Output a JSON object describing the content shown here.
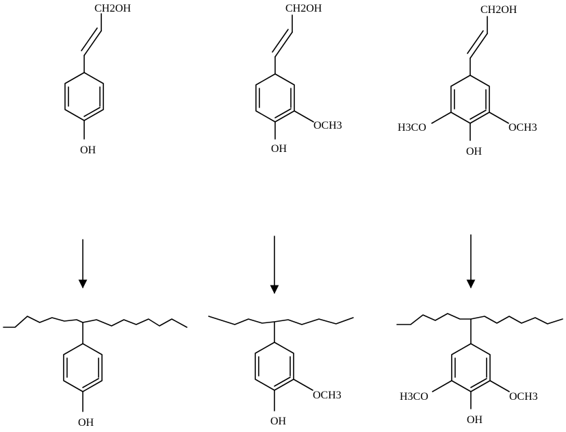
{
  "molecules": {
    "coumaryl": {
      "side_chain_label": "CH2OH",
      "para_label": "OH"
    },
    "coniferyl": {
      "side_chain_label": "CH2OH",
      "para_label": "OH",
      "meta_label": "OCH3"
    },
    "sinapyl": {
      "side_chain_label": "CH2OH",
      "para_label": "OH",
      "meta_right_label": "OCH3",
      "meta_left_label": "H3CO"
    }
  },
  "products": {
    "h_unit": {
      "para_label": "OH"
    },
    "g_unit": {
      "para_label": "OH",
      "meta_label": "OCH3"
    },
    "s_unit": {
      "para_label": "OH",
      "meta_right_label": "OCH3",
      "meta_left_label": "H3CO"
    }
  }
}
